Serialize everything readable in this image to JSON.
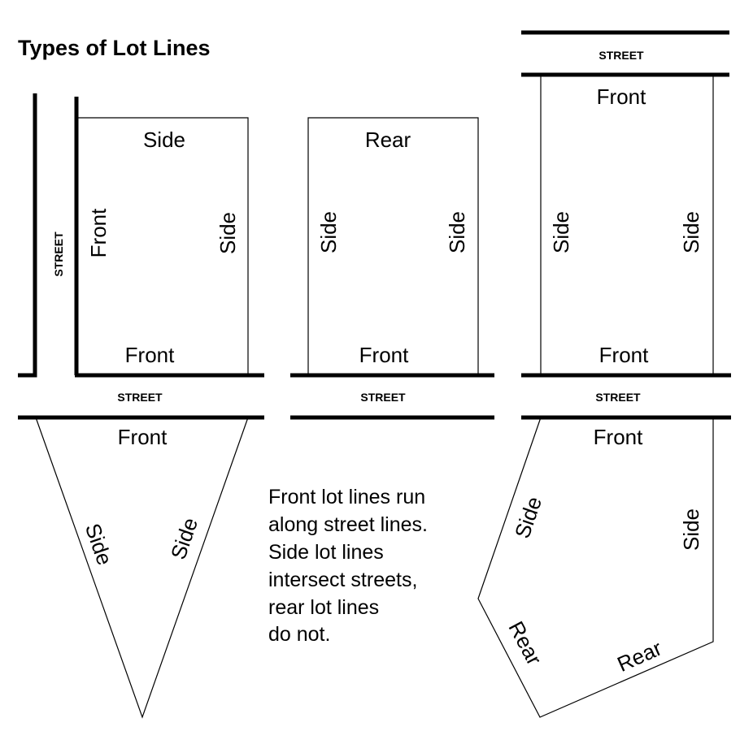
{
  "title": "Types of Lot Lines",
  "street_label": "STREET",
  "lot_labels": {
    "front": "Front",
    "side": "Side",
    "rear": "Rear"
  },
  "note_lines": [
    "Front lot lines run",
    "along street lines.",
    "Side lot lines",
    "intersect streets,",
    "rear lot lines",
    "do not."
  ]
}
